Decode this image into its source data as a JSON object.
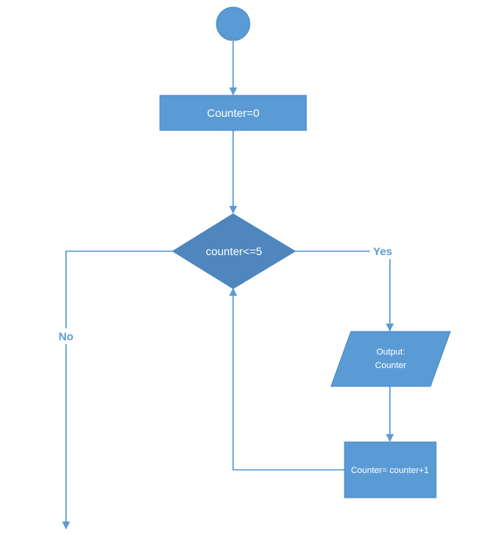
{
  "colors": {
    "node_fill": "#5b9bd5",
    "node_stroke": "#4a86bf",
    "decision_fill": "#4f86bd",
    "line": "#5b9bd5",
    "node_text": "#ffffff",
    "edge_label": "#5b9bd5"
  },
  "nodes": {
    "init": {
      "label": "Counter=0"
    },
    "decision": {
      "label": "counter<=5"
    },
    "output": {
      "line1": "Output:",
      "line2": "Counter"
    },
    "increment": {
      "label": "Counter= counter+1"
    }
  },
  "edges": {
    "yes_label": "Yes",
    "no_label": "No"
  }
}
